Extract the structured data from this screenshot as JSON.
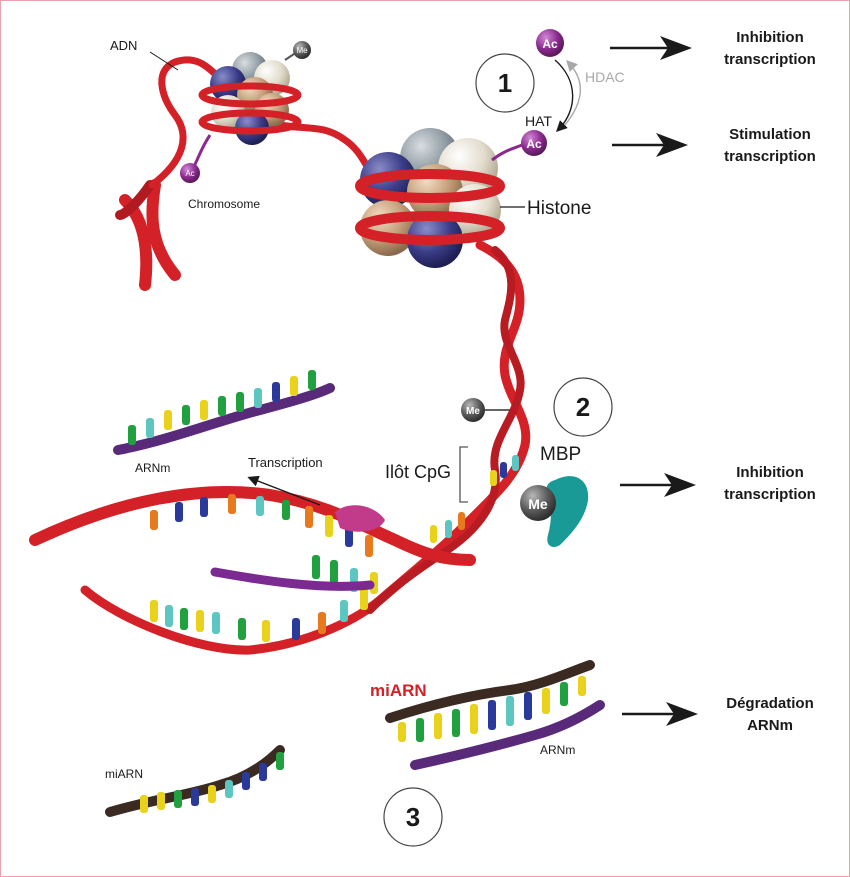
{
  "labels": {
    "adn": "ADN",
    "chromosome": "Chromosome",
    "histone": "Histone",
    "hat": "HAT",
    "hdac": "HDAC",
    "ac": "Ac",
    "me": "Me",
    "ilot_cpg": "Ilôt CpG",
    "mbp": "MBP",
    "transcription": "Transcription",
    "arnm": "ARNm",
    "mirna": "miARN"
  },
  "steps": [
    "1",
    "2",
    "3"
  ],
  "outcomes": [
    {
      "line1": "Inhibition",
      "line2": "transcription"
    },
    {
      "line1": "Stimulation",
      "line2": "transcription"
    },
    {
      "line1": "Inhibition",
      "line2": "transcription"
    },
    {
      "line1": "Dégradation",
      "line2": "ARNm"
    }
  ],
  "colors": {
    "dna_red": "#d42127",
    "acetyl_purple": "#8b2a8e",
    "methyl_gray": "#5a5a5a",
    "mbp_teal": "#1a9a96",
    "rna_purple": "#6a2a8a",
    "mirna_brown": "#3a2a22",
    "border_pink": "#e8a3ad"
  }
}
